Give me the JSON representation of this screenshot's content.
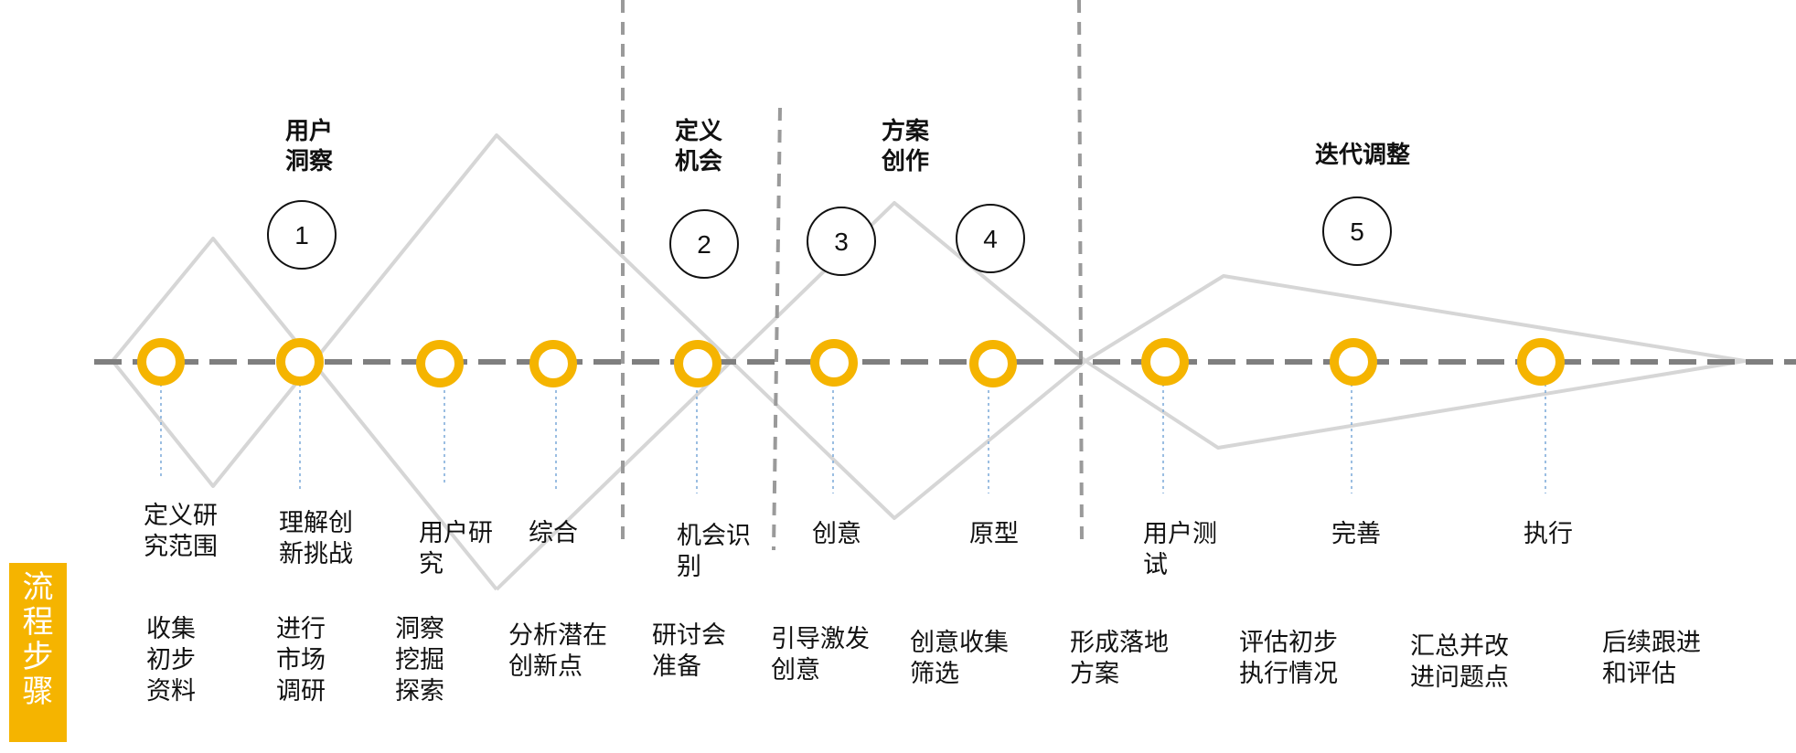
{
  "phases": [
    {
      "title": "用户\n洞察",
      "number": "1"
    },
    {
      "title": "定义\n机会",
      "number": "2"
    },
    {
      "title": "方案\n创作",
      "number": "3"
    },
    {
      "title": "",
      "number": "4"
    },
    {
      "title": "迭代调整",
      "number": "5"
    }
  ],
  "steps": [
    {
      "name": "定义研\n究范围",
      "desc": "收集\n初步\n资料"
    },
    {
      "name": "理解创\n新挑战",
      "desc": "进行\n市场\n调研"
    },
    {
      "name": "用户研\n究",
      "desc": "洞察\n挖掘\n探索"
    },
    {
      "name": "综合",
      "desc": "分析潜在\n创新点"
    },
    {
      "name": "机会识\n别",
      "desc": "研讨会\n准备"
    },
    {
      "name": "创意",
      "desc": "引导激发\n创意"
    },
    {
      "name": "原型",
      "desc": "创意收集\n筛选"
    },
    {
      "name": "",
      "desc": "形成落地\n方案"
    },
    {
      "name": "用户测\n试",
      "desc": "评估初步\n执行情况"
    },
    {
      "name": "完善",
      "desc": "汇总并改\n进问题点"
    },
    {
      "name": "执行",
      "desc": "后续跟进\n和评估"
    }
  ],
  "side_label": "流\n程\n步\n骤",
  "colors": {
    "accent": "#f5b400",
    "line": "#888888",
    "shape": "#d8d8d8",
    "guide": "#7aa9d9"
  }
}
